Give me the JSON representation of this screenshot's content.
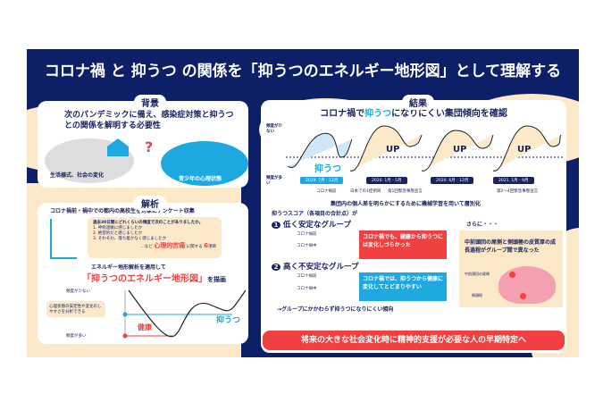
{
  "title": "コロナ禍 と 抑うつ の関係を「抑うつのエネルギー地形図」として理解する",
  "background": {
    "label": "背景",
    "heading": "次のパンデミックに備え、感染症対策と抑うつとの関係を解明する必要性",
    "left_caption": "生活様式、社会の変化",
    "question_mark": "?",
    "right_caption": "青少年の心理状態"
  },
  "analysis": {
    "label": "解析",
    "heading": "コロナ禍前・禍中での都内の高校生を対象にアンケート収集",
    "survey_question": "過去30日間にどれくらいの頻度で次のことがありましたか。",
    "items": [
      "1. 神経過敏に感じましたか",
      "2. 絶望的だと感じましたか",
      "3. そわそわ、落ち着かなく感じましたか"
    ],
    "survey_suffix_pre": "…など",
    "survey_highlight": "心理的苦痛",
    "survey_suffix_post": "に関する",
    "survey_count": "6",
    "survey_unit": "項目",
    "apply_text": "エネルギー地形解析を適用して",
    "map_title": "「抑うつのエネルギー地形図」",
    "map_suffix": "を描画",
    "axis_top": "頻度が少ない",
    "axis_bottom": "頻度が多い",
    "note": "心理状態の安定性や変化のしやすさを分析できる",
    "healthy": "健康",
    "depression": "抑うつ"
  },
  "results": {
    "label": "結果",
    "heading_pre": "コロナ禍で",
    "heading_hl": "抑うつ",
    "heading_post": "になりにくい集団傾向を確認",
    "axis_top": "頻度が少ない",
    "axis_bottom": "頻度が多い",
    "depression": "抑うつ",
    "up": "UP",
    "periods": [
      "2019. 7月 - 12月",
      "2020. 1月 - 5月",
      "2020. 6月 - 12月",
      "2021. 1月 - 9月"
    ],
    "events": [
      "コロナ禍前",
      "日本での1症例目",
      "第1回緊急事態宣言",
      "第2～4回緊急事態宣言"
    ],
    "stratify": "集団内の個人差を明らかにするために機械学習を用いて層別化",
    "score_label": "抑うつスコア（各項目の合計点）が",
    "group1": {
      "num": "1",
      "title": "低く安定なグループ",
      "before": "コロナ禍前",
      "during": "コロナ禍中",
      "box": "コロナ禍でも、健康から抑うつには変化しづらかった"
    },
    "group2": {
      "num": "2",
      "title": "高く不安定なグループ",
      "before": "コロナ禍前",
      "during": "コロナ禍中",
      "box": "コロナ禍では、抑うつから健康に変化してとどまりやすい"
    },
    "summary": "→グループにかかわらず抑うつになりにくい傾向",
    "further_label": "さらに・・・",
    "further_text": "中前頭回の尾側と側頭極の皮質厚の成長過程がグループ間で異なった",
    "brain_label1": "中前頭回の尾側",
    "brain_label2": "側頭極",
    "banner": "将来の大きな社会変化時に精神的支援が必要な人の早期特定へ"
  },
  "colors": {
    "navy": "#0d1f66",
    "cream": "#fbe9c9",
    "red": "#f04040",
    "blue": "#1ea8e0"
  }
}
